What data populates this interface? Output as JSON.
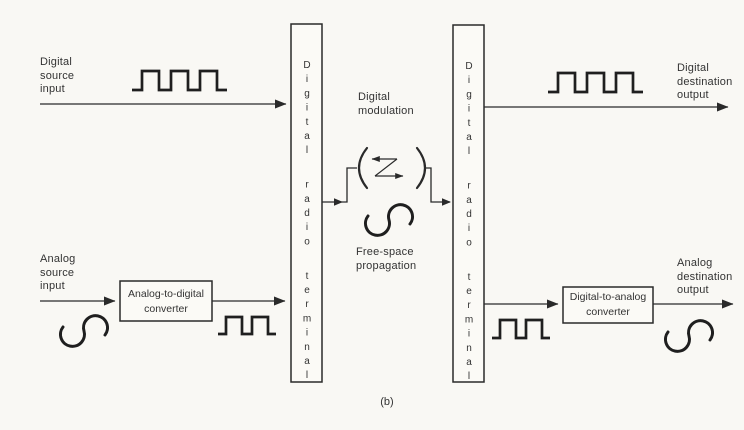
{
  "figure": {
    "caption": "(b)"
  },
  "colors": {
    "background": "#f9f8f4",
    "line": "#2a2a2a",
    "text": "#333333"
  },
  "labels": {
    "digital_source_input": "Digital\nsource\ninput",
    "analog_source_input": "Analog\nsource\ninput",
    "digital_modulation": "Digital\nmodulation",
    "free_space_propagation": "Free-space\npropagation",
    "digital_destination_output": "Digital\ndestination\noutput",
    "analog_destination_output": "Analog\ndestination\noutput"
  },
  "nodes": {
    "left_terminal": {
      "label": "Digital radio terminal"
    },
    "right_terminal": {
      "label": "Digital radio terminal"
    },
    "adc": {
      "label": "Analog-to-digital\nconverter"
    },
    "dac": {
      "label": "Digital-to-analog\nconverter"
    }
  },
  "icons": {
    "square_wave": "square-wave-icon",
    "sine_wave": "sine-wave-icon",
    "antenna_dish": "antenna-dish-icon",
    "propagation_path": "zigzag-arrows-icon"
  }
}
